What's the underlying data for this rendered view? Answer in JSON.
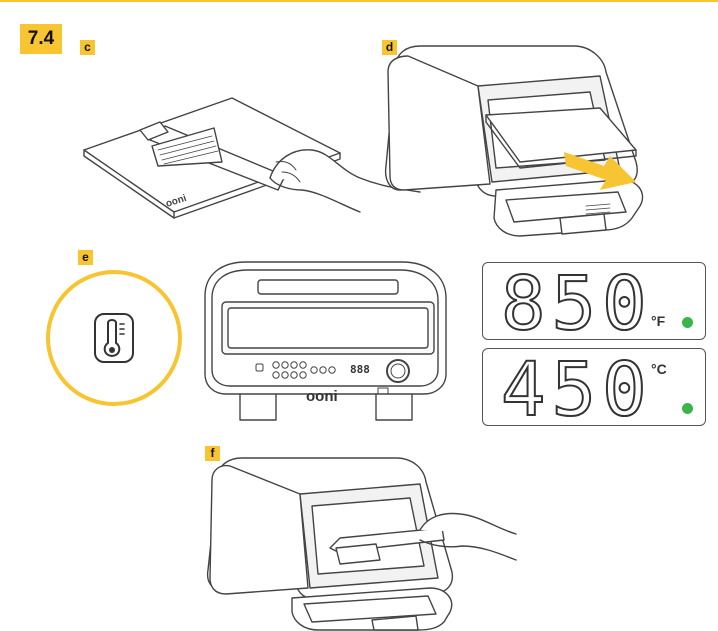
{
  "section": {
    "label": "7.4"
  },
  "steps": {
    "c": "c",
    "d": "d",
    "e": "e",
    "f": "f"
  },
  "brand": {
    "logo": "ooni"
  },
  "oven_panel": {
    "readout": "888"
  },
  "displays": [
    {
      "value": "850",
      "unit": "°F"
    },
    {
      "value": "450",
      "unit": "°C"
    }
  ],
  "icons": {
    "thermometer": "thermometer-icon",
    "arrow": "arrow-right-icon",
    "dial": "dial-icon"
  },
  "colors": {
    "accent": "#f7c531",
    "status_dot": "#3ab54a",
    "line": "#444444",
    "arrow_fill": "#f7c531"
  }
}
